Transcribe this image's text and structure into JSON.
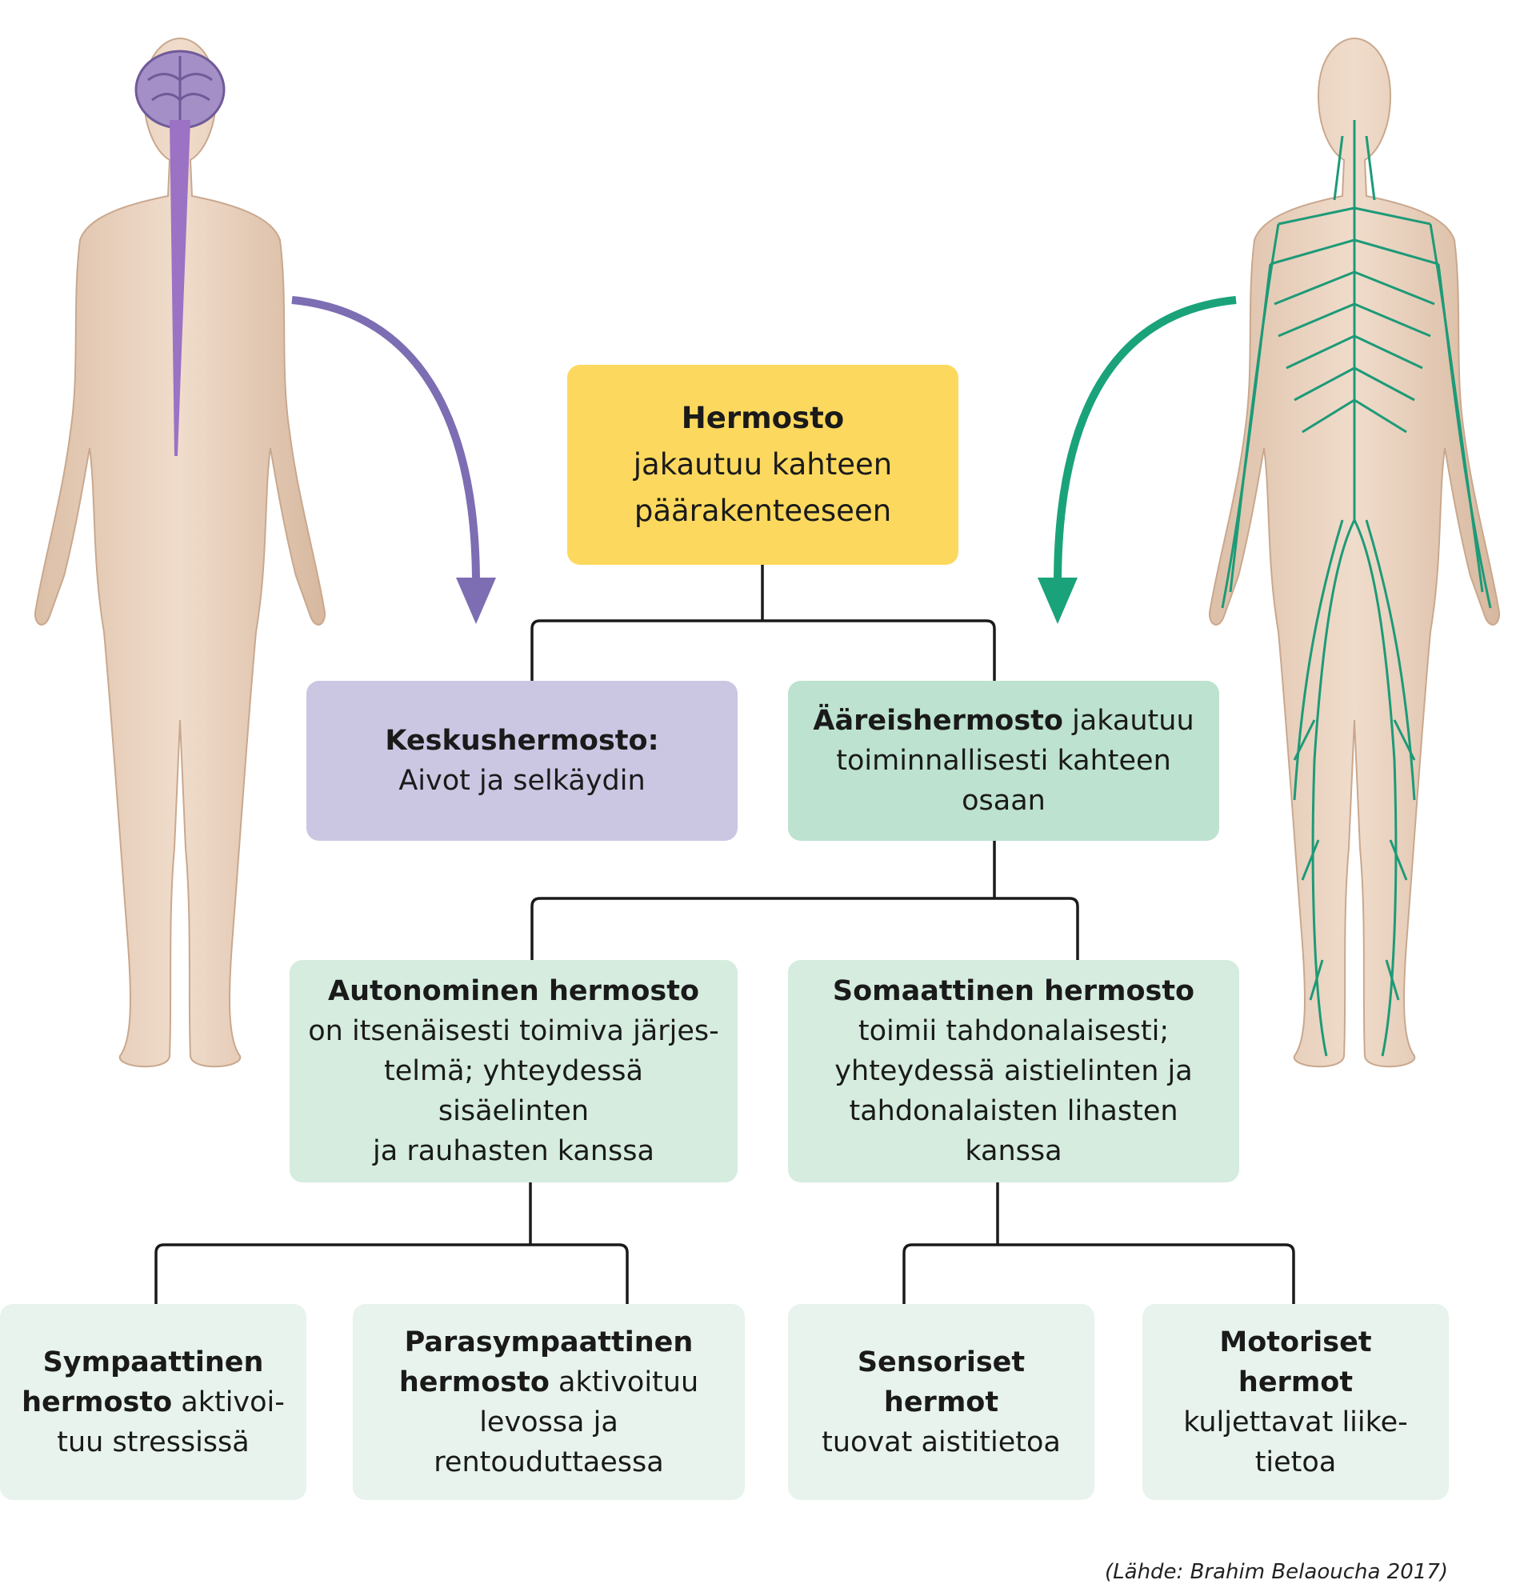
{
  "nodes": {
    "root": {
      "title": "Hermosto",
      "lines": [
        "jakautuu kahteen",
        "päärakenteeseen"
      ]
    },
    "cns": {
      "title": "Keskushermosto:",
      "lines": [
        "Aivot ja selkäydin"
      ]
    },
    "pns": {
      "title": "Ääreishermosto",
      "title_rest": " jakautuu",
      "lines": [
        "toiminnallisesti kahteen",
        "osaan"
      ]
    },
    "autonomic": {
      "title": "Autonominen hermosto",
      "lines": [
        "on itsenäisesti toimiva järjes-",
        "telmä; yhteydessä sisäelinten",
        "ja rauhasten kanssa"
      ]
    },
    "somatic": {
      "title": "Somaattinen hermosto",
      "lines": [
        "toimii tahdonalaisesti;",
        "yhteydessä aistielinten ja",
        "tahdonalaisten lihasten kanssa"
      ]
    },
    "sympathetic": {
      "title": "Sympaattinen",
      "title2": "hermosto",
      "title2_rest": " aktivoi-",
      "lines": [
        "tuu stressissä"
      ]
    },
    "parasympathetic": {
      "title": "Parasympaattinen",
      "title2": "hermosto",
      "title2_rest": " aktivoituu",
      "lines": [
        "levossa ja rentouduttaessa"
      ]
    },
    "sensory": {
      "title": "Sensoriset hermot",
      "lines": [
        "tuovat aistitietoa"
      ]
    },
    "motor": {
      "title": "Motoriset hermot",
      "lines": [
        "kuljettavat liike-",
        "tietoa"
      ]
    }
  },
  "source": "(Lähde: Brahim Belaoucha 2017)",
  "colors": {
    "root": "#fcd95e",
    "cns": "#cbc6e2",
    "pns": "#bde2cf",
    "level2": "#d5ecdf",
    "level3": "#e7f3ec",
    "cns_arrow": "#7d6db3",
    "pns_arrow": "#1aa37a"
  }
}
